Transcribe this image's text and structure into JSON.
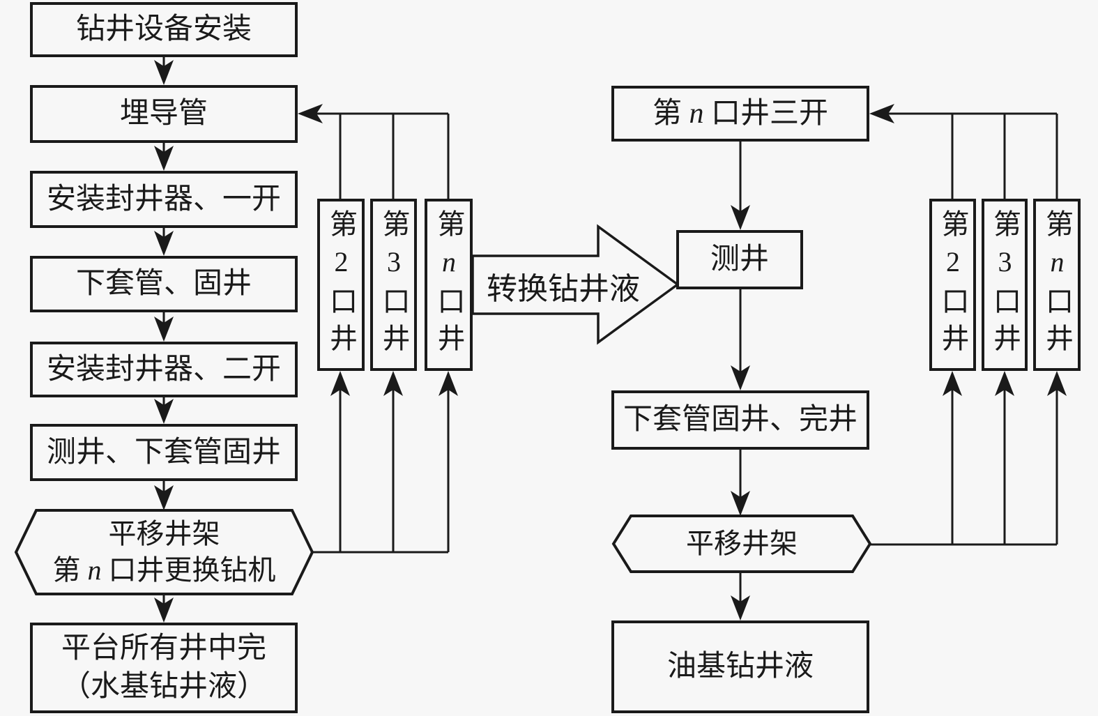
{
  "colors": {
    "background": "#f7f7f7",
    "line": "#1a1a1a"
  },
  "left_column": {
    "steps": [
      "钻井设备安装",
      "埋导管",
      "安装封井器、一开",
      "下套管、固井",
      "安装封井器、二开",
      "测井、下套管固井"
    ],
    "hexagon_line1": "平移井架",
    "hexagon_line2": "第 n 口井更换钻机",
    "final_line1": "平台所有井中完",
    "final_line2": "（水基钻井液）"
  },
  "well_tracks_left": {
    "well2": "第2口井",
    "well3": "第3口井",
    "well_n": "第n口井"
  },
  "transfer_arrow": {
    "label": "转换钻井液"
  },
  "right_column": {
    "step_third_opening": "第 n 口井三开",
    "step_logging": "测井",
    "step_casing_completion": "下套管固井、完井",
    "hexagon": "平移井架",
    "final": "油基钻井液"
  },
  "well_tracks_right": {
    "well2": "第2口井",
    "well3": "第3口井",
    "well_n": "第n口井"
  }
}
